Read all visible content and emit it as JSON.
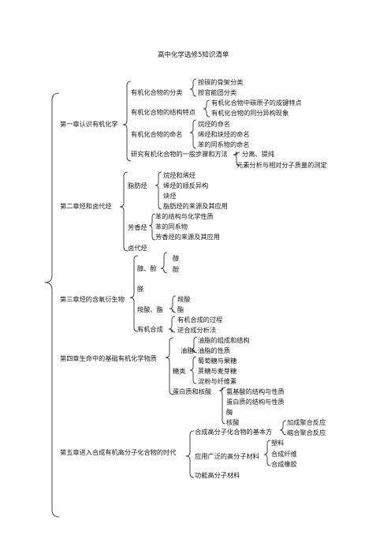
{
  "title": "高中化学选修5知识清单",
  "chapters": [
    {
      "label": "第一章认识有机化学",
      "nodes": [
        {
          "label": "有机化合物的分类",
          "children": [
            "按碳的骨架分类",
            "按官能团分类"
          ]
        },
        {
          "label": "有机化合物的结构特点",
          "children": [
            "有机化合物中碳原子的成键特点",
            "有机化合物的同分异构现象"
          ]
        },
        {
          "label": "有机化合物的命名",
          "children": [
            "烷烃的命名",
            "烯烃和炔烃的命名",
            "苯的同系物的命名"
          ]
        },
        {
          "label": "研究有机化合物的一般步骤和方法",
          "children": [
            "分离、提纯",
            "元素分析与相对分子质量的测定"
          ]
        }
      ]
    },
    {
      "label": "第二章烃和卤代烃",
      "nodes": [
        {
          "label": "脂肪烃",
          "children": [
            "烷烃和烯烃",
            "烯烃的顺反异构",
            "炔烃",
            "脂肪烃的来源及其应用"
          ]
        },
        {
          "label": "芳香烃",
          "children": [
            "苯的结构与化学性质",
            "苯的同系物",
            "芳香烃的来源及其应用"
          ]
        },
        {
          "label": "卤代烃",
          "children": []
        }
      ]
    },
    {
      "label": "第三章烃的含氧衍生物",
      "nodes": [
        {
          "label": "醇、酚",
          "children": [
            "醇",
            "酚"
          ]
        },
        {
          "label": "醛",
          "children": []
        },
        {
          "label": "羧酸、酯",
          "children": [
            "羧酸",
            "酯"
          ]
        },
        {
          "label": "有机合成",
          "children": [
            "有机合成的过程",
            "逆合成分析法"
          ]
        }
      ]
    },
    {
      "label": "第四章生命中的基础有机化学物质",
      "nodes": [
        {
          "label": "油脂",
          "children": [
            "油脂的组成和结构",
            "油脂的性质"
          ]
        },
        {
          "label": "糖类",
          "children": [
            "葡萄糖与果糖",
            "蔗糖与麦芽糖",
            "淀粉与纤维素"
          ]
        },
        {
          "label": "蛋白质和核酸",
          "children": [
            "氨基酸的结构与性质",
            "蛋白质的结构与性质",
            "酶",
            "核酸"
          ]
        }
      ]
    },
    {
      "label": "第五章进入合成有机高分子化合物的时代",
      "nodes": [
        {
          "label": "合成高分子化合物的基本方",
          "children": [
            "加成聚合反应",
            "缩合聚合反应"
          ]
        },
        {
          "label": "应用广泛的高分子材料",
          "children": [
            "塑料",
            "合成纤维",
            "合成橡胶"
          ]
        },
        {
          "label": "功能高分子材料",
          "children": []
        }
      ]
    }
  ]
}
